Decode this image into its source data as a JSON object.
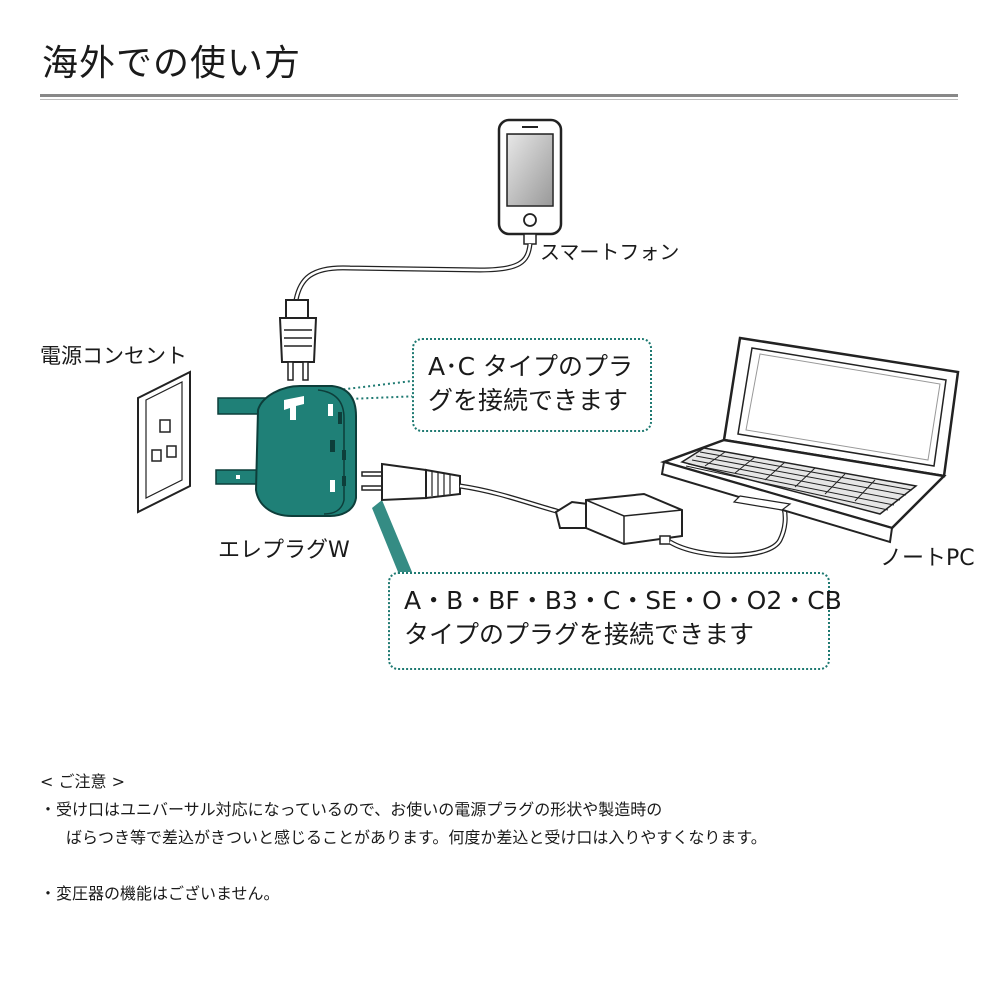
{
  "header": {
    "title": "海外での使い方"
  },
  "labels": {
    "smartphone": "スマートフォン",
    "outlet": "電源コンセント",
    "adapter": "エレプラグW",
    "laptop": "ノートPC"
  },
  "callouts": {
    "top": {
      "line1": "A･C タイプのプラ",
      "line2": "グを接続できます"
    },
    "bottom": {
      "line1": "A・B・BF・B3・C・SE・O・O2・CB",
      "line2": "タイプのプラグを接続できます"
    }
  },
  "notes": {
    "heading": "< ご注意 >",
    "item1_line1": "・受け口はユニバーサル対応になっているので、お使いの電源プラグの形状や製造時の",
    "item1_line2": "ばらつき等で差込がきついと感じることがあります。何度か差込と受け口は入りやすくなります。",
    "item2": "・変圧器の機能はございません。"
  },
  "colors": {
    "accent": "#1f7a72",
    "adapter_body": "#1f8077",
    "rule": "#888888"
  }
}
